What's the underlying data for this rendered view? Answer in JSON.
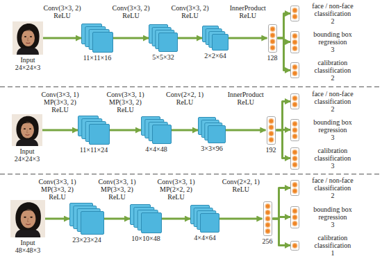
{
  "diagram": {
    "nodes": [
      {
        "text": [
          "Input",
          "24×24×3"
        ]
      },
      {
        "text": [
          "11×11×16"
        ]
      },
      {
        "text": [
          "5×5×32"
        ]
      },
      {
        "text": [
          "2×2×64"
        ]
      },
      {
        "text": [
          "128"
        ]
      },
      {
        "text": [
          "face / non-face classification",
          "2"
        ]
      },
      {
        "text": [
          "bounding box regression",
          "3"
        ]
      },
      {
        "text": [
          "calibration classification",
          "2"
        ]
      },
      {
        "text": [
          "Input",
          "24×24×3"
        ]
      },
      {
        "text": [
          "11×11×24"
        ]
      },
      {
        "text": [
          "4×4×48"
        ]
      },
      {
        "text": [
          "3×3×96"
        ]
      },
      {
        "text": [
          "192"
        ]
      },
      {
        "text": [
          "face / non-face classification",
          "2"
        ]
      },
      {
        "text": [
          "bounding box regression",
          "3"
        ]
      },
      {
        "text": [
          "calibration classification",
          "3"
        ]
      },
      {
        "text": [
          "Input",
          "48×48×3"
        ]
      },
      {
        "text": [
          "23×23×24"
        ]
      },
      {
        "text": [
          "10×10×48"
        ]
      },
      {
        "text": [
          "4×4×64"
        ]
      },
      {
        "text": [
          "256"
        ]
      },
      {
        "text": [
          "face / non-face classification",
          "2"
        ]
      },
      {
        "text": [
          "bounding box regression",
          "3"
        ]
      },
      {
        "text": [
          "calibration classification",
          "1"
        ]
      }
    ],
    "edges": [
      {
        "from": 0,
        "to": 1,
        "arrow": "to",
        "label": "Conv(3×3, 2) ReLU"
      },
      {
        "from": 1,
        "to": 2,
        "arrow": "to",
        "label": "Conv(3×3, 2) ReLU"
      },
      {
        "from": 2,
        "to": 3,
        "arrow": "to",
        "label": "Conv(3×3, 2) ReLU"
      },
      {
        "from": 3,
        "to": 4,
        "arrow": "to",
        "label": "InnerProduct ReLU"
      },
      {
        "from": 4,
        "to": 5,
        "arrow": "to"
      },
      {
        "from": 4,
        "to": 6,
        "arrow": "to"
      },
      {
        "from": 4,
        "to": 7,
        "arrow": "to"
      },
      {
        "from": 8,
        "to": 9,
        "arrow": "to",
        "label": "Conv(3×3, 1) MP(3×3, 2) ReLU"
      },
      {
        "from": 9,
        "to": 10,
        "arrow": "to",
        "label": "Conv(3×3, 1) MP(3×3, 2) ReLU"
      },
      {
        "from": 10,
        "to": 11,
        "arrow": "to",
        "label": "Conv(2×2, 1) ReLU"
      },
      {
        "from": 11,
        "to": 12,
        "arrow": "to",
        "label": "InnerProduct ReLU"
      },
      {
        "from": 12,
        "to": 13,
        "arrow": "to"
      },
      {
        "from": 12,
        "to": 14,
        "arrow": "to"
      },
      {
        "from": 12,
        "to": 15,
        "arrow": "to"
      },
      {
        "from": 16,
        "to": 17,
        "arrow": "to",
        "label": "Conv(3×3, 1) MP(3×3, 2) ReLU"
      },
      {
        "from": 17,
        "to": 18,
        "arrow": "to",
        "label": "Conv(3×3, 1) MP(3×3, 2) ReLU"
      },
      {
        "from": 18,
        "to": 19,
        "arrow": "to",
        "label": "Conv(3×3, 1) MP(2×2, 2) ReLU"
      },
      {
        "from": 19,
        "to": 20,
        "arrow": "to",
        "label": "Conv(2×2, 1) ReLU"
      },
      {
        "from": 20,
        "to": 21,
        "arrow": "to"
      },
      {
        "from": 20,
        "to": 22,
        "arrow": "to"
      },
      {
        "from": 20,
        "to": 23,
        "arrow": "to"
      }
    ]
  }
}
